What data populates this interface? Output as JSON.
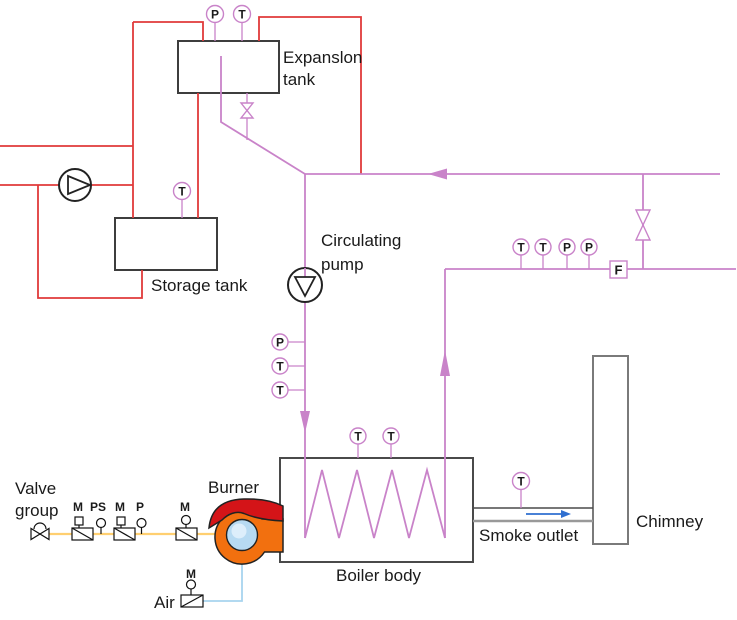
{
  "labels": {
    "expansion_tank_1": "Expanslon",
    "expansion_tank_2": "tank",
    "circulating_pump_1": "Circulating",
    "circulating_pump_2": "pump",
    "storage_tank": "Storage tank",
    "valve_group_1": "Valve",
    "valve_group_2": "group",
    "burner": "Burner",
    "boiler_body": "Boiler body",
    "smoke_outlet": "Smoke outlet",
    "chimney": "Chimney",
    "air": "Air"
  },
  "instruments": {
    "expansion": {
      "p": "P",
      "t": "T"
    },
    "storage": {
      "t": "T"
    },
    "supply": {
      "p": "P",
      "t1": "T",
      "t2": "T"
    },
    "boiler": {
      "t1": "T",
      "t2": "T"
    },
    "return": {
      "t1": "T",
      "t2": "T",
      "p1": "P",
      "p2": "P",
      "flow": "F"
    },
    "smoke": {
      "t": "T"
    },
    "gas_train": {
      "m1": "M",
      "ps": "PS",
      "m2": "M",
      "p": "P",
      "m3": "M"
    },
    "air_train": {
      "m": "M"
    }
  },
  "colors": {
    "pipe_hot": "#e03a3a",
    "pipe_heating": "#c983c9",
    "gas_line": "#ffcf70",
    "air_line": "#a8d4ee",
    "flow_arrow": "#2f6fd0",
    "burner_flame_red": "#d41418",
    "burner_body_orange": "#f2700f",
    "burner_core": "#b7daf2"
  }
}
